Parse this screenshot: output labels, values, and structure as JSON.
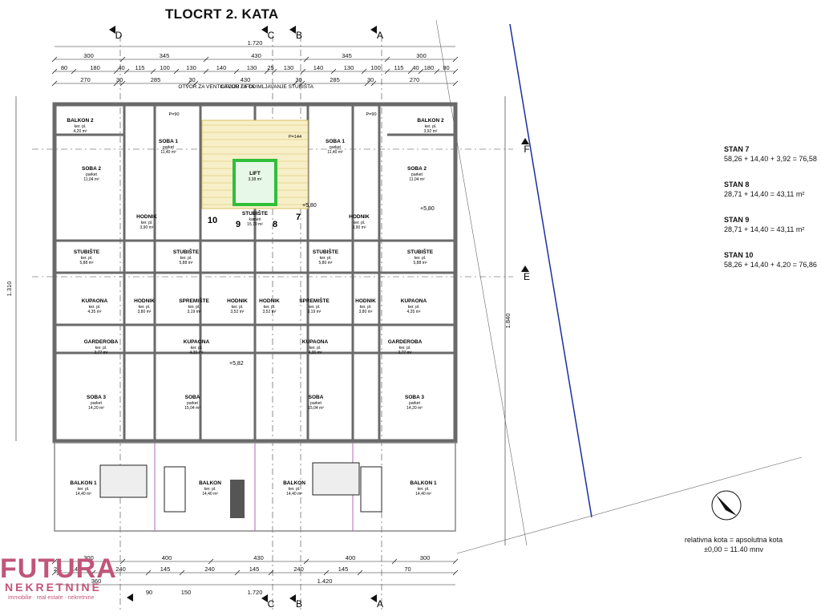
{
  "title": "TLOCRT 2. KATA",
  "axes_top": [
    "D",
    "C",
    "B",
    "A"
  ],
  "axes_bottom": [
    "C",
    "B",
    "A"
  ],
  "axes_right": [
    "F",
    "E"
  ],
  "dims": {
    "top_total": "1.720",
    "top_row1": [
      "300",
      "345",
      "430",
      "345",
      "300"
    ],
    "top_row2": [
      "80",
      "180",
      "40",
      "115",
      "100",
      "130",
      "140",
      "130",
      "25",
      "130",
      "140",
      "130",
      "100",
      "115",
      "40",
      "180",
      "80"
    ],
    "top_row3": [
      "270",
      "30",
      "285",
      "30",
      "430",
      "30",
      "285",
      "30",
      "270"
    ],
    "bottom_row1": [
      "300",
      "400",
      "430",
      "400",
      "300"
    ],
    "bottom_row2": [
      "20",
      "145",
      "240",
      "145",
      "240",
      "145",
      "240",
      "145",
      "70"
    ],
    "bottom_row3": [
      "360",
      "1.420"
    ],
    "bottom_row4": [
      "90",
      "150"
    ],
    "bottom_total": "1.720",
    "left_total": "1.310",
    "right_total": "1.840"
  },
  "rooms": [
    {
      "name": "BALKON 2",
      "sub": "ker. pl.",
      "area": "4,20 m²"
    },
    {
      "name": "SOBA 1",
      "sub": "parket",
      "area": "11,40 m²"
    },
    {
      "name": "SOBA 2",
      "sub": "parket",
      "area": "11,04 m²"
    },
    {
      "name": "LIFT",
      "sub": "",
      "area": "3,38 m²"
    },
    {
      "name": "SOBA 1",
      "sub": "parket",
      "area": "11,40 m²"
    },
    {
      "name": "SOBA 2",
      "sub": "parket",
      "area": "11,04 m²"
    },
    {
      "name": "BALKON 2",
      "sub": "ker. pl.",
      "area": "3,92 m²"
    },
    {
      "name": "HODNIK",
      "sub": "ker. pl.",
      "area": "3,90 m²"
    },
    {
      "name": "STUBIŠTE",
      "sub": "kamen",
      "area": "15,70 m²"
    },
    {
      "name": "HODNIK",
      "sub": "ker. pl.",
      "area": "3,90 m²"
    },
    {
      "name": "STUBIŠTE",
      "sub": "ker. pl.",
      "area": "5,88 m²"
    },
    {
      "name": "STUBIŠTE",
      "sub": "ker. pl.",
      "area": "5,88 m²"
    },
    {
      "name": "STUBIŠTE",
      "sub": "ker. pl.",
      "area": "5,80 m²"
    },
    {
      "name": "STUBIŠTE",
      "sub": "ker. pl.",
      "area": "5,88 m²"
    },
    {
      "name": "KUPAONA",
      "sub": "ker. pl.",
      "area": "4,35 m²"
    },
    {
      "name": "HODNIK",
      "sub": "ker. pl.",
      "area": "3,80 m²"
    },
    {
      "name": "SPREMIŠTE",
      "sub": "ker. pl.",
      "area": "3,19 m²"
    },
    {
      "name": "HODNIK",
      "sub": "ker. pl.",
      "area": "3,52 m²"
    },
    {
      "name": "HODNIK",
      "sub": "ker. pl.",
      "area": "3,52 m²"
    },
    {
      "name": "SPREMIŠTE",
      "sub": "ker. pl.",
      "area": "3,19 m²"
    },
    {
      "name": "HODNIK",
      "sub": "ker. pl.",
      "area": "3,80 m²"
    },
    {
      "name": "KUPAONA",
      "sub": "ker. pl.",
      "area": "4,35 m²"
    },
    {
      "name": "GARDEROBA",
      "sub": "ker. pl.",
      "area": "3,77 m²"
    },
    {
      "name": "KUPAONA",
      "sub": "ker. pl.",
      "area": "4,35 m²"
    },
    {
      "name": "KUPAONA",
      "sub": "ker. pl.",
      "area": "4,35 m²"
    },
    {
      "name": "GARDEROBA",
      "sub": "ker. pl.",
      "area": "3,77 m²"
    },
    {
      "name": "SOBA 3",
      "sub": "parket",
      "area": "14,20 m²"
    },
    {
      "name": "SOBA",
      "sub": "parket",
      "area": "15,04 m²"
    },
    {
      "name": "SOBA",
      "sub": "parket",
      "area": "15,04 m²"
    },
    {
      "name": "SOBA 3",
      "sub": "parket",
      "area": "14,20 m²"
    },
    {
      "name": "BALKON 1",
      "sub": "ker. pl.",
      "area": "14,40 m²"
    },
    {
      "name": "BALKON",
      "sub": "ker. pl.",
      "area": "14,40 m²"
    },
    {
      "name": "BALKON",
      "sub": "ker. pl.",
      "area": "14,40 m²"
    },
    {
      "name": "BALKON 1",
      "sub": "ker. pl.",
      "area": "14,40 m²"
    }
  ],
  "notes": {
    "otvor_vent": "OTVOR ZA VENTILACIJU LIFTA",
    "otvor_odim": "OTVOR ZA ODIMLJAVANJE STUBIŠTA",
    "levels": [
      "+5,82",
      "+5,80",
      "+5,80"
    ],
    "stair_nums": [
      "10",
      "9",
      "8",
      "7"
    ],
    "p_labels": [
      "P=90",
      "P=144",
      "P=90"
    ]
  },
  "stanovi": [
    {
      "name": "STAN 7",
      "calc": "58,26 + 14,40 + 3,92 = 76,58"
    },
    {
      "name": "STAN 8",
      "calc": "28,71 + 14,40 = 43,11 m²"
    },
    {
      "name": "STAN 9",
      "calc": "28,71 + 14,40 = 43,11 m²"
    },
    {
      "name": "STAN 10",
      "calc": "58,26 + 14,40 + 4,20 = 76,86"
    }
  ],
  "kota": {
    "line1": "relativna kota = apsolutna kota",
    "line2": "±0,00 = 11.40 mnv"
  },
  "logo": {
    "word": "FUTURA",
    "sub": "NEKRETNINE",
    "tag": "immobilie · real estate · nekretnine"
  },
  "colors": {
    "wall": "#6a6a6a",
    "lift": "#2fbf3a",
    "stair": "#d8c060",
    "logo": "#c0557a",
    "north": "#1a2fa0"
  }
}
